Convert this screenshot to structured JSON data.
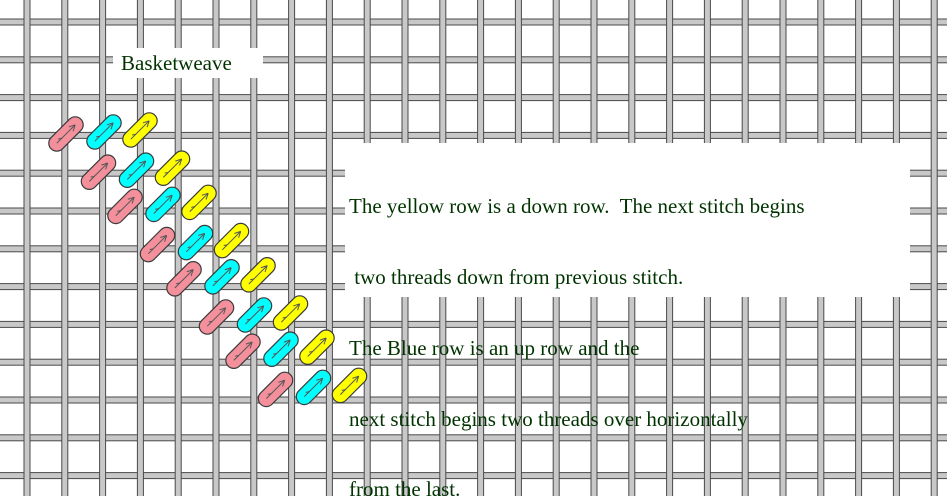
{
  "title": "Basketweave",
  "note_lines": [
    "The yellow row is a down row.  The next stitch begins",
    " two threads down from previous stitch.",
    "The Blue row is an up row and the",
    "next stitch begins two threads over horizontally",
    "from the last."
  ],
  "colors": {
    "background": "#ffffff",
    "thread_fill": "#c8c8c8",
    "thread_outline": "#4a4a4a",
    "text": "#003300",
    "stitch_outline": "#3a3a3a",
    "stitch_arrow": "#555555"
  },
  "stitch_rows": [
    {
      "name": "yellow",
      "color": "#ffff00",
      "direction": "down",
      "count": 8
    },
    {
      "name": "cyan",
      "color": "#00ffff",
      "direction": "up",
      "count": 8
    },
    {
      "name": "pink",
      "color": "#f4909c",
      "direction": "down",
      "count": 8
    }
  ]
}
